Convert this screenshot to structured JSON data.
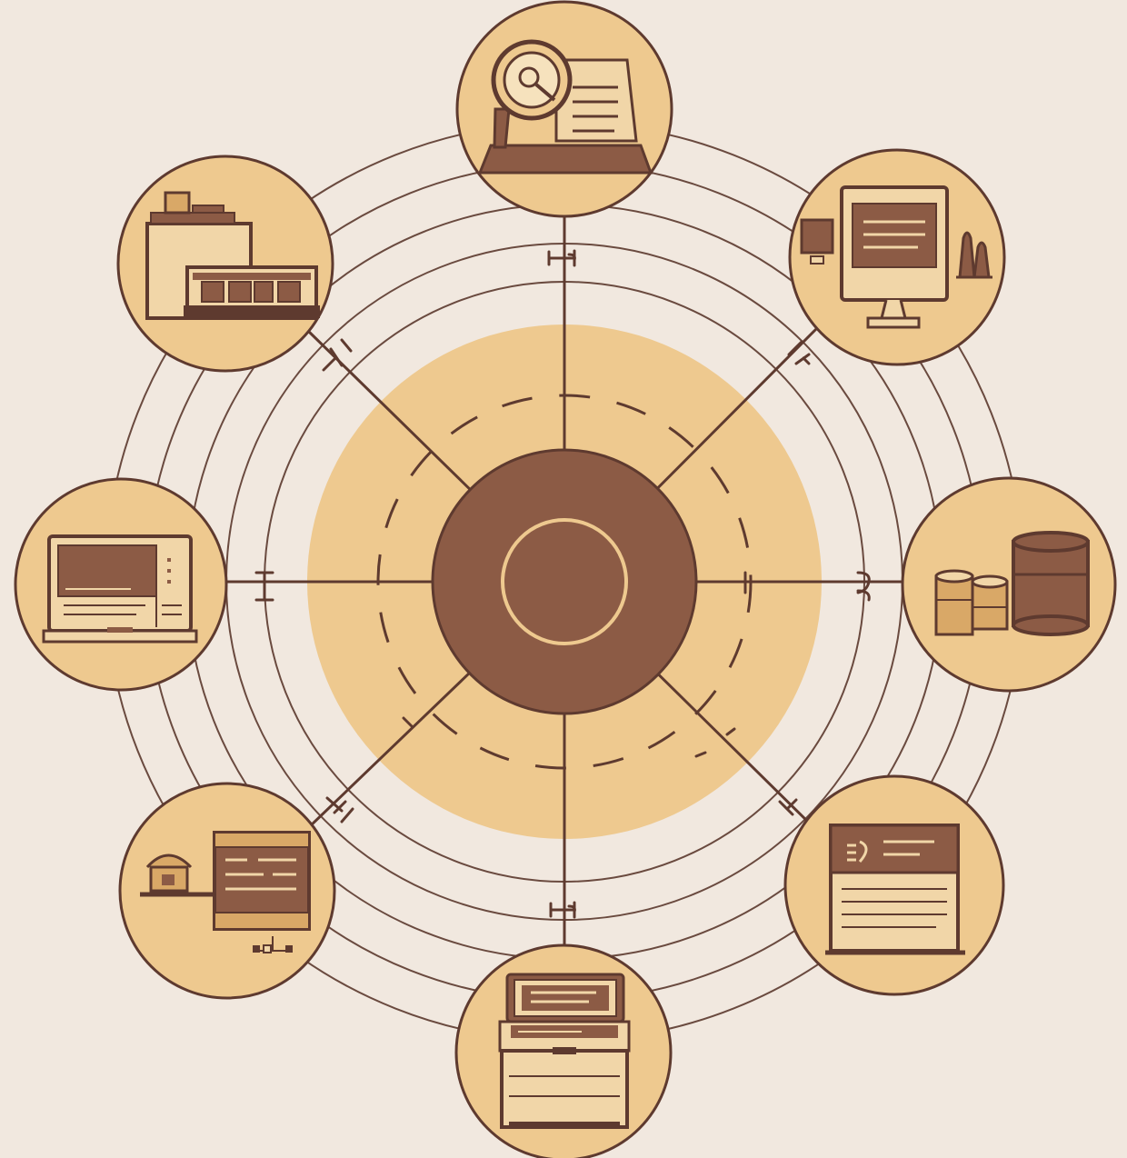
{
  "colors": {
    "background": "#f1e8df",
    "tan": "#eec98f",
    "hub": "#8c5b45",
    "stroke": "#5e3a2f",
    "ring_line": "#6a4a3f",
    "hub_ring": "#eec98f"
  },
  "diagram": {
    "type": "hub-and-spoke",
    "center": {
      "icon": "ring-icon"
    },
    "nodes": [
      {
        "id": "top",
        "icon": "document-search-icon"
      },
      {
        "id": "top-right",
        "icon": "desktop-monitor-icon"
      },
      {
        "id": "right",
        "icon": "database-storage-icon"
      },
      {
        "id": "bottom-right",
        "icon": "document-screen-icon"
      },
      {
        "id": "bottom",
        "icon": "printer-terminal-icon"
      },
      {
        "id": "bottom-left",
        "icon": "house-network-icon"
      },
      {
        "id": "left",
        "icon": "laptop-icon"
      },
      {
        "id": "top-left",
        "icon": "server-rack-icon"
      }
    ]
  }
}
